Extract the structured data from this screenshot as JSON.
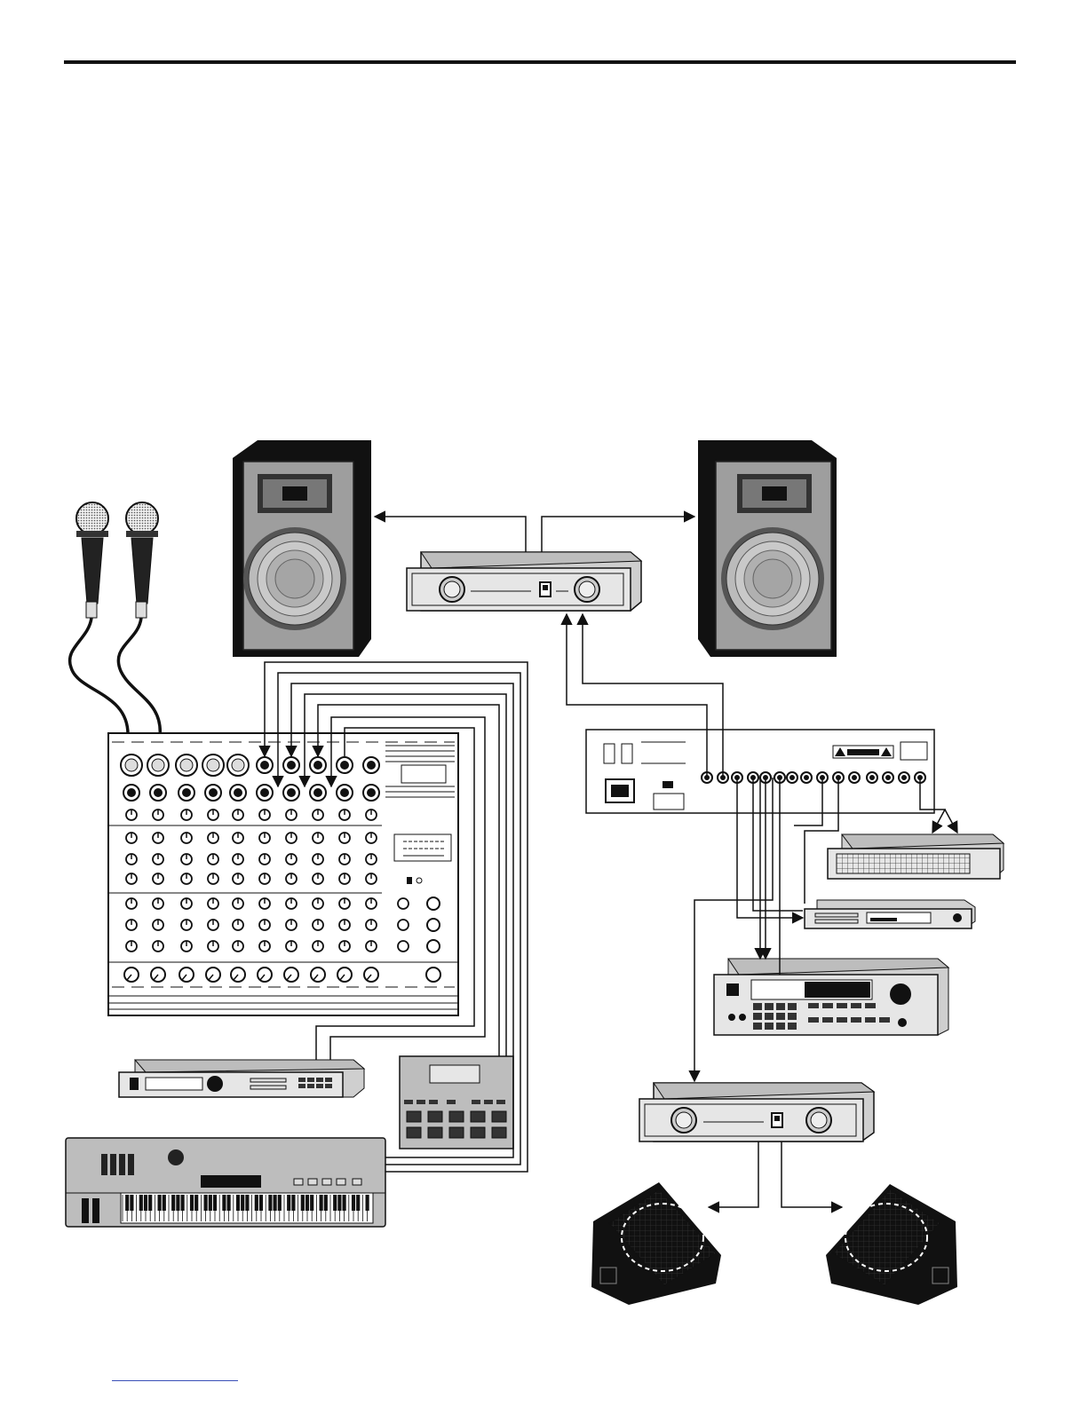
{
  "page": {
    "title": "",
    "caption": ""
  },
  "colors": {
    "ink": "#111111",
    "panel": "#e6e6e6",
    "panel_mid": "#cfcfcf",
    "panel_dark": "#bdbdbd",
    "speaker_face": "#a9a9a9",
    "link_rule": "#3a4fb8"
  },
  "devices": [
    {
      "id": "mic-1",
      "kind": "microphone",
      "icon": "microphone-icon"
    },
    {
      "id": "mic-2",
      "kind": "microphone",
      "icon": "microphone-icon"
    },
    {
      "id": "main-speaker-left",
      "kind": "main-speaker",
      "icon": "speaker-cabinet-icon"
    },
    {
      "id": "main-speaker-right",
      "kind": "main-speaker",
      "icon": "speaker-cabinet-icon"
    },
    {
      "id": "main-power-amp",
      "kind": "power-amplifier",
      "icon": "amplifier-icon"
    },
    {
      "id": "mixer",
      "kind": "mixing-console",
      "icon": "mixer-icon"
    },
    {
      "id": "rear-panel",
      "kind": "mixer-rear-panel",
      "icon": "rear-panel-icon"
    },
    {
      "id": "graphic-eq",
      "kind": "graphic-equalizer",
      "icon": "equalizer-icon"
    },
    {
      "id": "effects-unit",
      "kind": "effects-processor",
      "icon": "rack-unit-icon"
    },
    {
      "id": "sampler",
      "kind": "rack-sampler",
      "icon": "sampler-icon"
    },
    {
      "id": "sound-module",
      "kind": "sound-module",
      "icon": "rack-module-icon"
    },
    {
      "id": "drum-machine",
      "kind": "drum-machine",
      "icon": "drum-machine-icon"
    },
    {
      "id": "keyboard",
      "kind": "keyboard-synthesizer",
      "icon": "keyboard-icon"
    },
    {
      "id": "monitor-power-amp",
      "kind": "power-amplifier",
      "icon": "amplifier-icon"
    },
    {
      "id": "monitor-left",
      "kind": "floor-monitor",
      "icon": "wedge-monitor-icon"
    },
    {
      "id": "monitor-right",
      "kind": "floor-monitor",
      "icon": "wedge-monitor-icon"
    }
  ]
}
